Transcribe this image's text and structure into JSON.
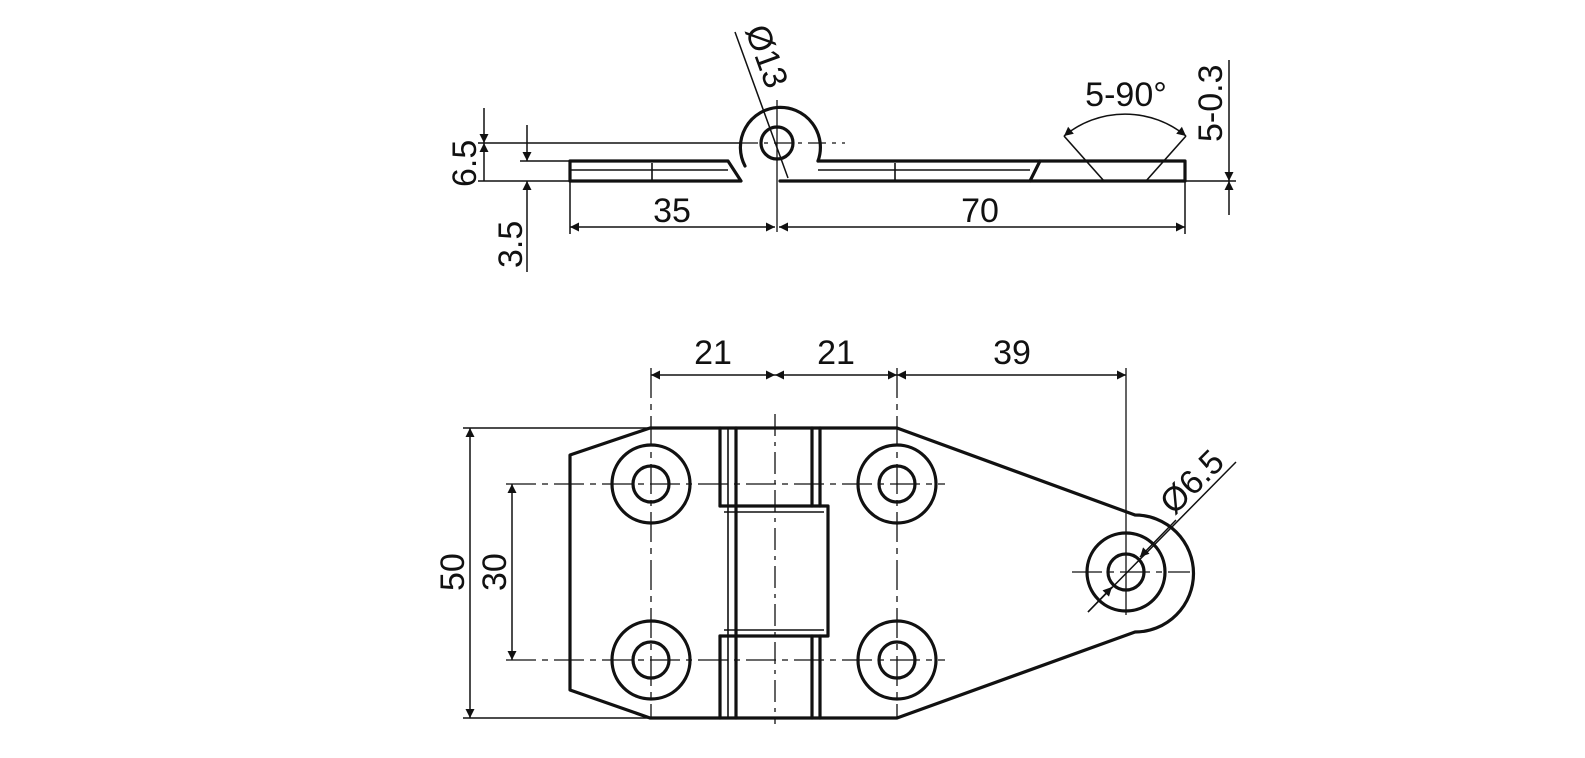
{
  "drawing": {
    "title": "",
    "colors": {
      "line": "#111111",
      "background": "#ffffff"
    },
    "side_view": {
      "labels": {
        "pin_diameter": "Ø13",
        "angle_range": "5-90°",
        "countersink_depth": "5-0.3",
        "total_height": "6.5",
        "leaf_thickness": "3.5",
        "short_leaf_length": "35",
        "long_leaf_length": "70"
      }
    },
    "top_view": {
      "labels": {
        "hole_spacing_left": "21",
        "hole_spacing_right": "21",
        "eye_offset": "39",
        "eye_hole_diameter": "Ø6.5",
        "total_width": "50",
        "hole_row_spacing": "30"
      }
    }
  }
}
